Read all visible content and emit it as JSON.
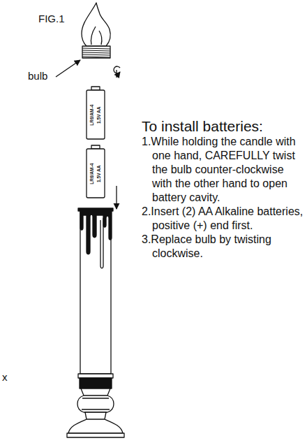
{
  "diagram": {
    "title": "To install batteries:",
    "labels": [
      "FIG.1",
      "bulb",
      "LR6/AM-4",
      "1.5V AA",
      "LR6/AM-4",
      "1.5V AA",
      "1.While holding the candle with one hand, CAREFULLY twist the bulb counter-clockwise with the other hand to open battery cavity.",
      "2.Insert (2) AA Alkaline batteries, positive (+) end first.",
      "3.Replace bulb by twisting clockwise.",
      "x"
    ]
  }
}
